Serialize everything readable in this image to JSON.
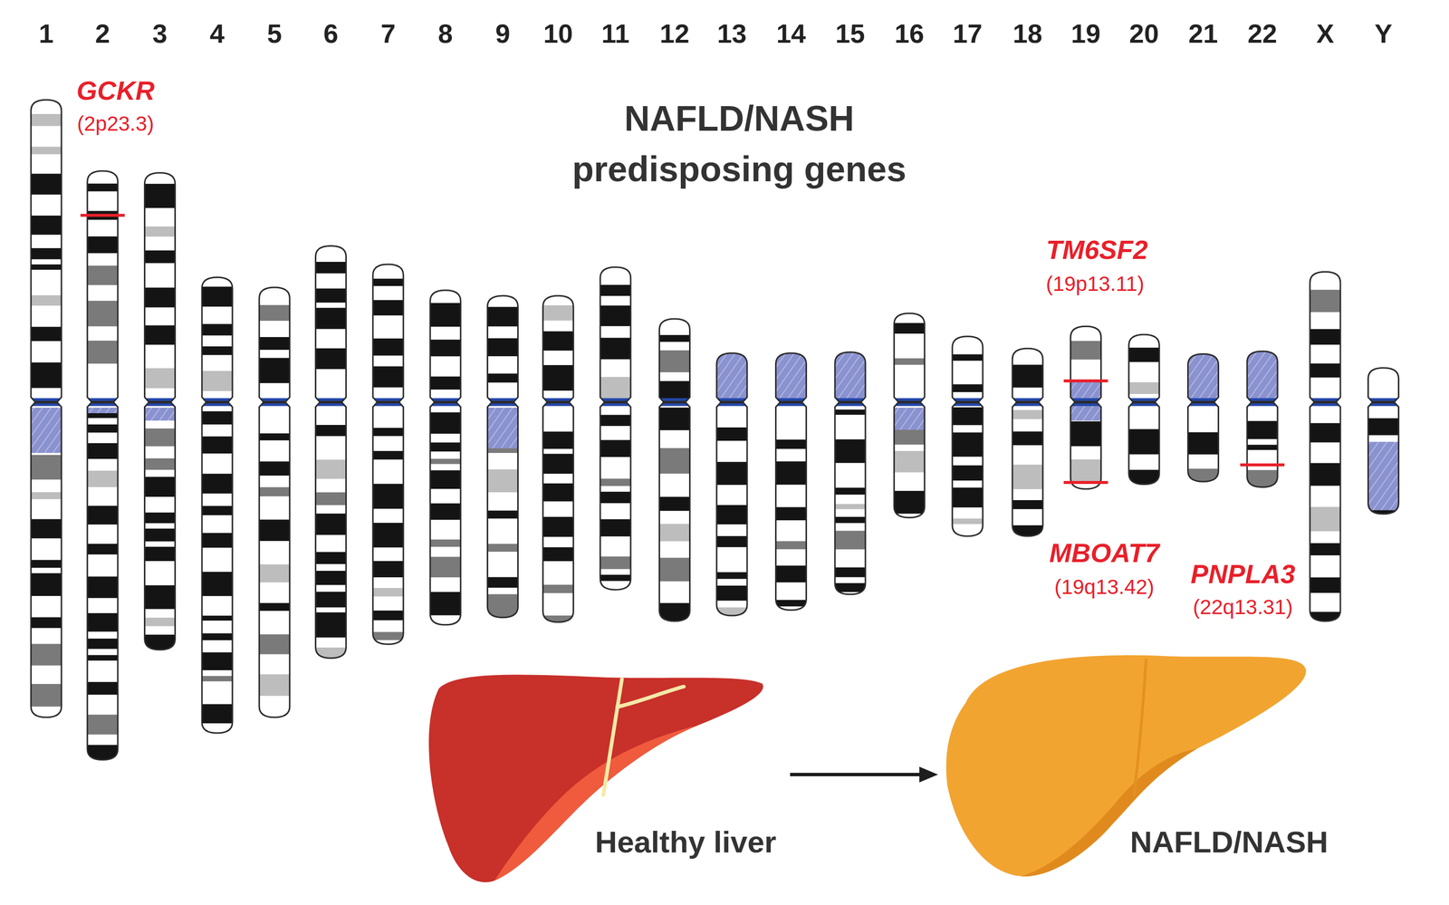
{
  "diagram": {
    "title": "NAFLD/NASH predisposing genes",
    "nodes": [
      {
        "text": [
          "Healthy liver"
        ]
      },
      {
        "text": [
          "NAFLD/NASH"
        ]
      }
    ],
    "edges": [
      {
        "from": 0,
        "to": 1,
        "arrow": "to"
      }
    ],
    "labels": [
      "1",
      "2",
      "3",
      "4",
      "5",
      "6",
      "7",
      "8",
      "9",
      "10",
      "11",
      "12",
      "13",
      "14",
      "15",
      "16",
      "17",
      "18",
      "19",
      "20",
      "21",
      "22",
      "X",
      "Y",
      "GCKR",
      "(2p23.3)",
      "TM6SF2",
      "(19p13.11)",
      "MBOAT7",
      "(19q13.42)",
      "PNPLA3",
      "(22q13.31)"
    ]
  }
}
